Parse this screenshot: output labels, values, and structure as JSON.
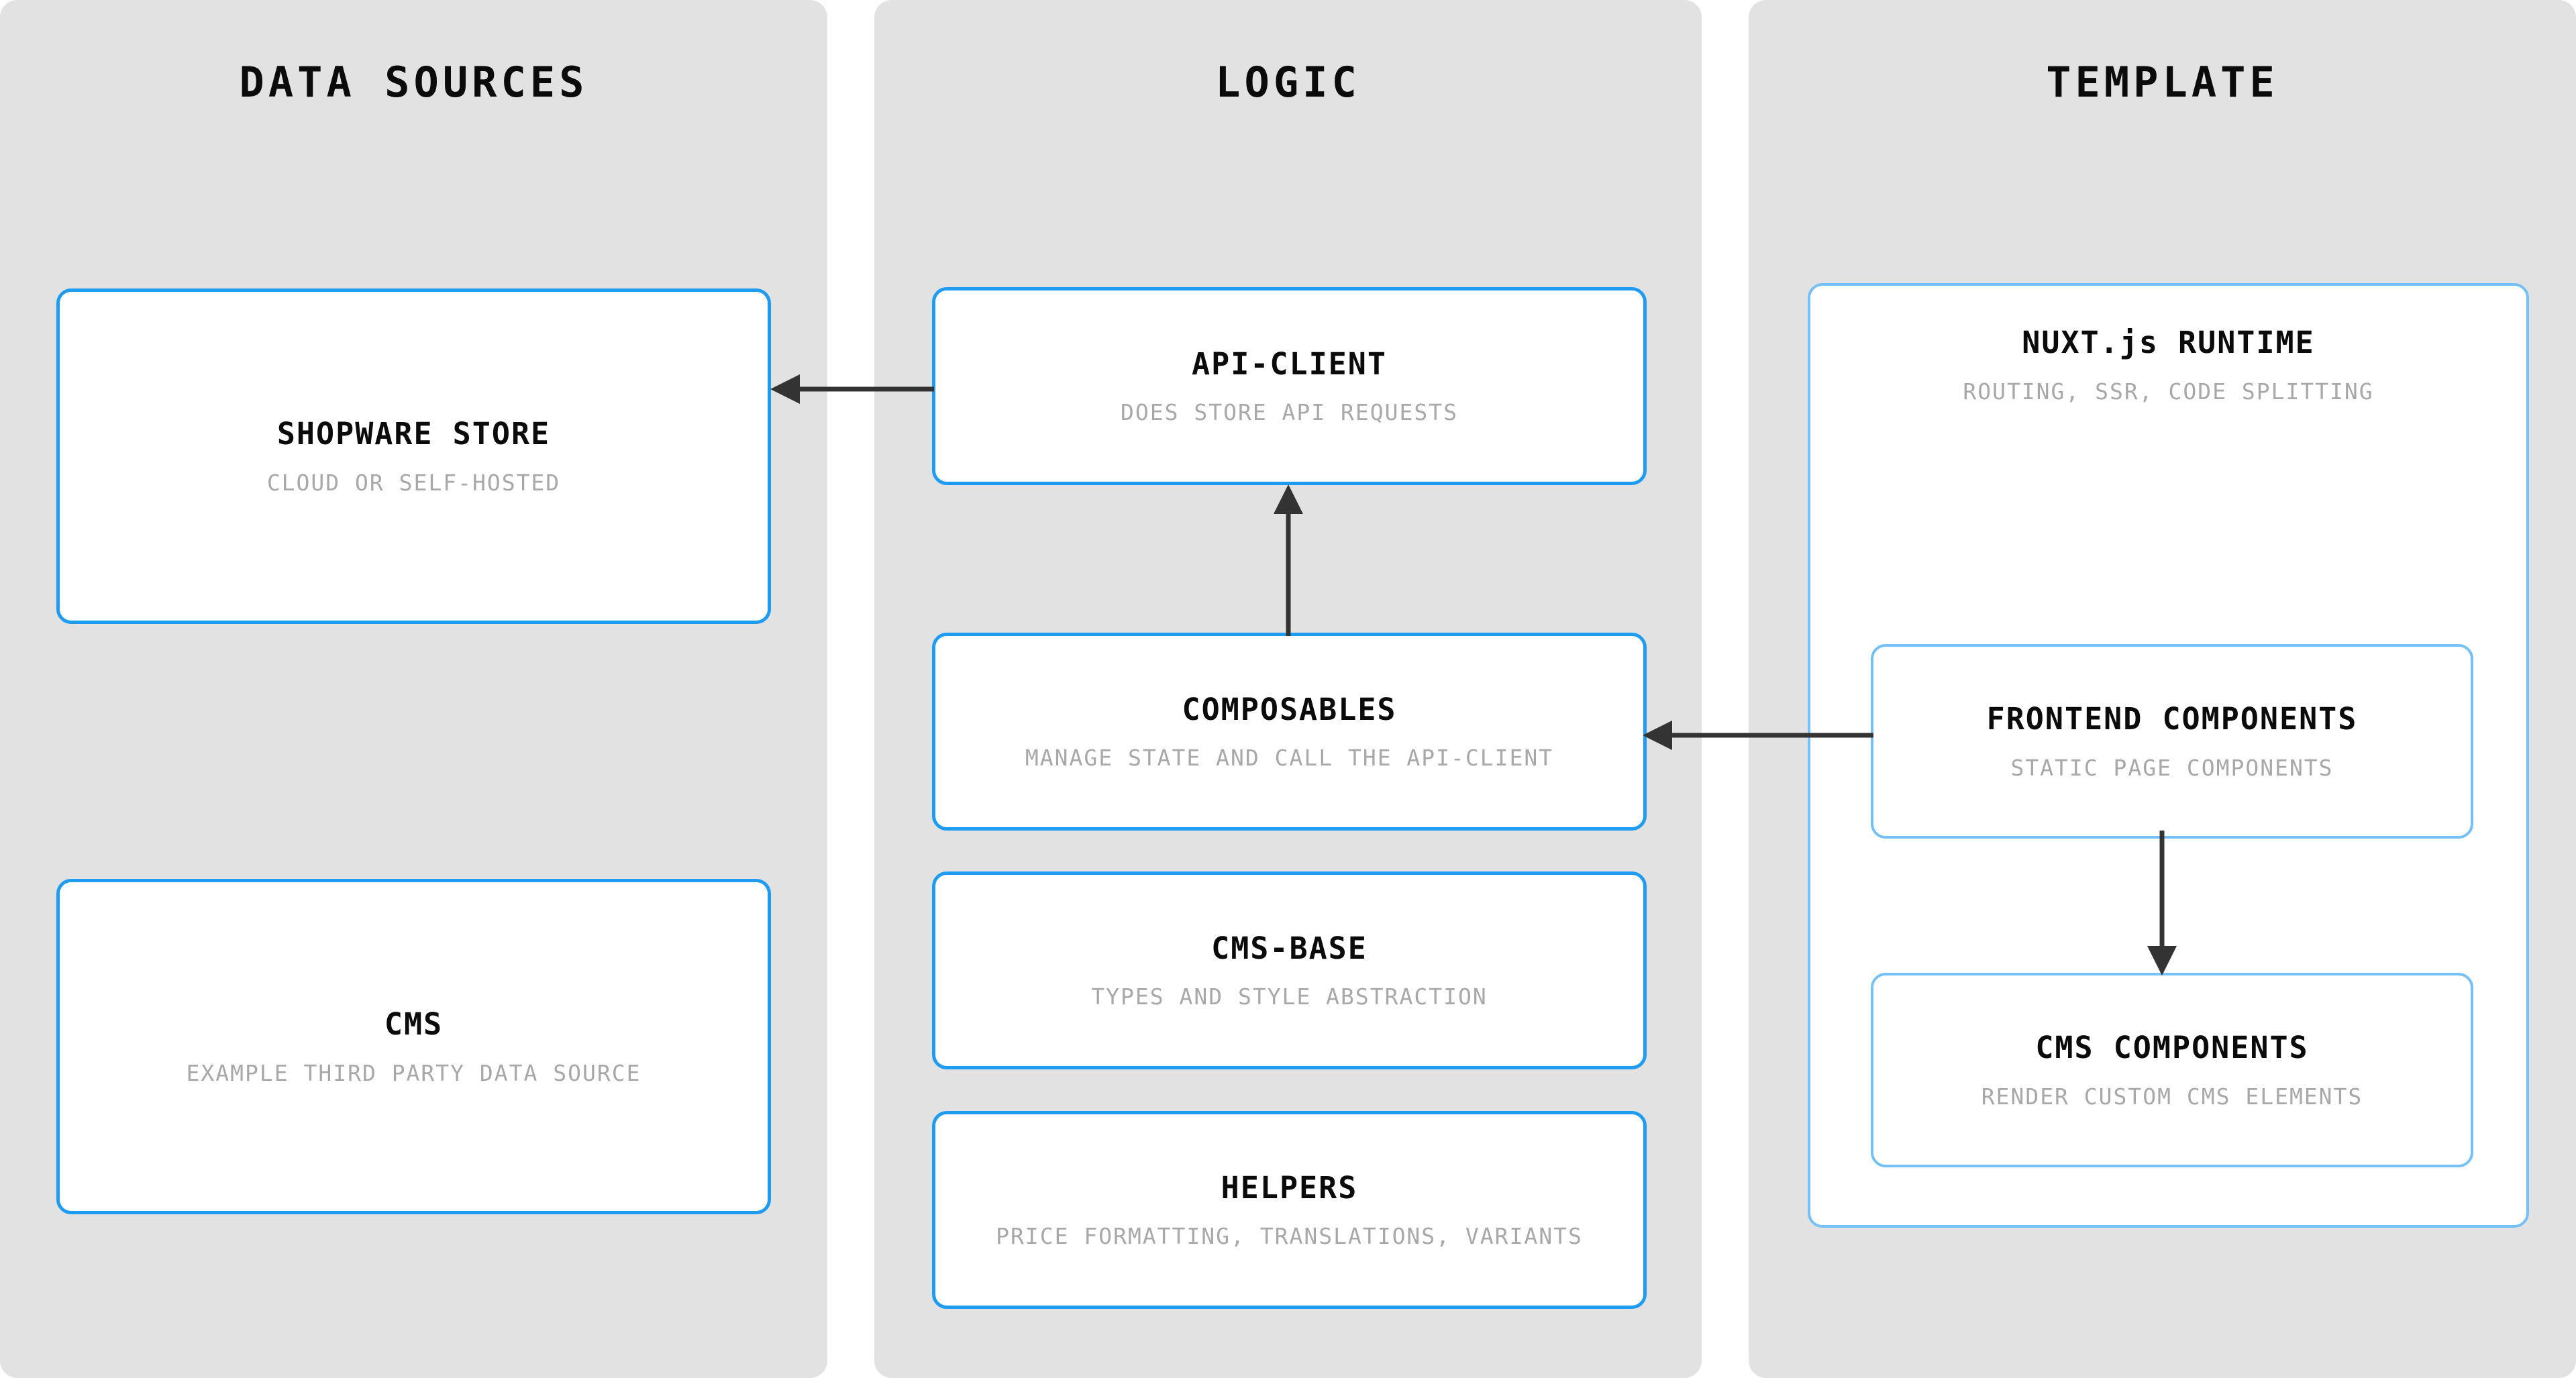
{
  "diagram": {
    "background": "#ffffff",
    "column_fill": "#e2e2e2",
    "card_border": "#1f9cf0",
    "card_border_nested": "#74c0f7",
    "arrow_color": "#333333",
    "title_color": "#0b0b0b",
    "subtitle_color": "#a8a8a8"
  },
  "columns": [
    {
      "id": "data-sources",
      "title": "DATA SOURCES",
      "cards": [
        {
          "id": "shopware-store",
          "title": "SHOPWARE STORE",
          "subtitle": "CLOUD OR SELF-HOSTED"
        },
        {
          "id": "cms",
          "title": "CMS",
          "subtitle": "EXAMPLE THIRD PARTY DATA SOURCE"
        }
      ]
    },
    {
      "id": "logic",
      "title": "LOGIC",
      "cards": [
        {
          "id": "api-client",
          "title": "API-CLIENT",
          "subtitle": "DOES STORE API REQUESTS"
        },
        {
          "id": "composables",
          "title": "COMPOSABLES",
          "subtitle": "MANAGE STATE AND CALL THE API-CLIENT"
        },
        {
          "id": "cms-base",
          "title": "CMS-BASE",
          "subtitle": "TYPES AND STYLE ABSTRACTION"
        },
        {
          "id": "helpers",
          "title": "HELPERS",
          "subtitle": "PRICE FORMATTING, TRANSLATIONS, VARIANTS"
        }
      ]
    },
    {
      "id": "template",
      "title": "TEMPLATE",
      "cards": [
        {
          "id": "nuxt-runtime",
          "title": "NUXT.js RUNTIME",
          "subtitle": "ROUTING, SSR, CODE SPLITTING"
        },
        {
          "id": "frontend-components",
          "title": "FRONTEND COMPONENTS",
          "subtitle": "STATIC PAGE COMPONENTS"
        },
        {
          "id": "cms-components",
          "title": "CMS COMPONENTS",
          "subtitle": "RENDER CUSTOM CMS ELEMENTS"
        }
      ]
    }
  ],
  "connections": [
    {
      "id": "api-client-to-shopware-store",
      "from": "api-client",
      "to": "shopware-store",
      "direction": "left"
    },
    {
      "id": "composables-to-api-client",
      "from": "composables",
      "to": "api-client",
      "direction": "up"
    },
    {
      "id": "frontend-components-to-composables",
      "from": "frontend-components",
      "to": "composables",
      "direction": "left"
    },
    {
      "id": "frontend-components-to-cms-components",
      "from": "frontend-components",
      "to": "cms-components",
      "direction": "down"
    }
  ]
}
